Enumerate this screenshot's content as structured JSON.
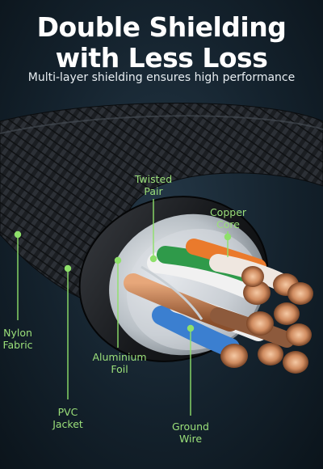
{
  "headline": {
    "line1": "Double Shielding",
    "line2": "with Less Loss"
  },
  "subtitle": "Multi-layer shielding ensures high performance",
  "accent_color": "#8ee06a",
  "callouts": {
    "twisted_pair": [
      "Twisted",
      "Pair"
    ],
    "copper_core": [
      "Copper",
      "Core"
    ],
    "nylon_fabric": [
      "Nylon",
      "Fabric"
    ],
    "aluminium_foil": [
      "Aluminium",
      "Foil"
    ],
    "pvc_jacket": [
      "PVC",
      "Jacket"
    ],
    "ground_wire": [
      "Ground",
      "Wire"
    ]
  }
}
